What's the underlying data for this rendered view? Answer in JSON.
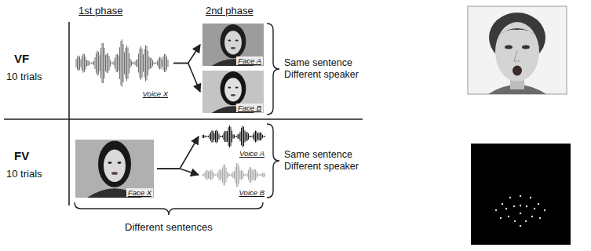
{
  "diagram": {
    "nodes": [
      {
        "text": [
          "Voice X"
        ]
      },
      {
        "text": [
          "Face A"
        ]
      },
      {
        "text": [
          "Face B"
        ]
      },
      {
        "text": [
          "Face X"
        ]
      },
      {
        "text": [
          "Voice A"
        ]
      },
      {
        "text": [
          "Voice B"
        ]
      }
    ],
    "edges": [
      {
        "from": 0,
        "to": 1,
        "arrow": "to"
      },
      {
        "from": 0,
        "to": 2,
        "arrow": "to"
      },
      {
        "from": 3,
        "to": 4,
        "arrow": "to"
      },
      {
        "from": 3,
        "to": 5,
        "arrow": "to"
      }
    ],
    "labels": [
      "1st phase",
      "2nd phase",
      "VF",
      "10 trials",
      "FV",
      "10 trials",
      "Same sentence Different speaker",
      "Same sentence Different speaker",
      "Different sentences"
    ]
  }
}
